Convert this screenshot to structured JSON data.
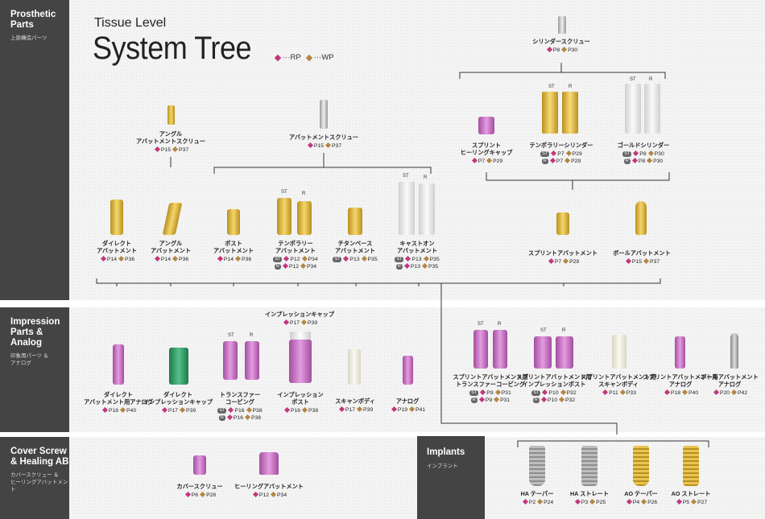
{
  "title": {
    "sub": "Tissue Level",
    "main": "System Tree",
    "legend_rp": "···RP",
    "legend_wp": "···WP"
  },
  "sections": {
    "prosthetic": {
      "title": "Prosthetic\nParts",
      "sub": "上部構造パーツ"
    },
    "impression": {
      "title": "Impression\nParts &\nAnalog",
      "sub": "印象用パーツ ＆\nアナログ"
    },
    "cover": {
      "title": "Cover Screw\n& Healing AB",
      "sub": "カバースクリュー ＆\nヒーリングアバットメント"
    },
    "implants": {
      "title": "Implants",
      "sub": "インプラント"
    }
  },
  "labels": {
    "st": "ST",
    "r": "R"
  },
  "items": {
    "cylinder_screw": {
      "name": "シリンダースクリュー",
      "r1": "P8",
      "w1": "P30"
    },
    "angle_abut_screw": {
      "name": "アングル\nアバットメントスクリュー",
      "r1": "P15",
      "w1": "P37"
    },
    "abut_screw": {
      "name": "アバットメントスクリュー",
      "r1": "P15",
      "w1": "P37"
    },
    "splint_heal_cap": {
      "name": "スプリント\nヒーリングキャップ",
      "r1": "P7",
      "w1": "P29"
    },
    "temp_cylinder": {
      "name": "テンポラリーシリンダー",
      "r1": "P7",
      "w1": "P29",
      "r2": "P7",
      "w2": "P29"
    },
    "gold_cylinder": {
      "name": "ゴールドシリンダー",
      "r1": "P8",
      "w1": "P30",
      "r2": "P8",
      "w2": "P30"
    },
    "direct_abut": {
      "name": "ダイレクト\nアバットメント",
      "r1": "P14",
      "w1": "P36"
    },
    "angle_abut": {
      "name": "アングル\nアバットメント",
      "r1": "P14",
      "w1": "P36"
    },
    "post_abut": {
      "name": "ポスト\nアバットメント",
      "r1": "P14",
      "w1": "P36"
    },
    "temp_abut": {
      "name": "テンポラリー\nアバットメント",
      "r1": "P12",
      "w1": "P34",
      "r2": "P12",
      "w2": "P34"
    },
    "ti_base_abut": {
      "name": "チタンベース\nアバットメント",
      "r1": "P13",
      "w1": "P35"
    },
    "cast_on_abut": {
      "name": "キャストオン\nアバットメント",
      "r1": "P13",
      "w1": "P35",
      "r2": "P13",
      "w2": "P35"
    },
    "splint_abut": {
      "name": "スプリントアバットメント",
      "r1": "P7",
      "w1": "P29"
    },
    "ball_abut": {
      "name": "ボールアバットメント",
      "r1": "P15",
      "w1": "P37"
    },
    "direct_abut_analog": {
      "name": "ダイレクト\nアバットメント用アナログ",
      "r1": "P18",
      "w1": "P40"
    },
    "direct_imp_cap": {
      "name": "ダイレクト\nインプレッションキャップ",
      "r1": "P17",
      "w1": "P39"
    },
    "transfer_coping": {
      "name": "トランスファー\nコーピング",
      "r1": "P16",
      "w1": "P38",
      "r2": "P16",
      "w2": "P38"
    },
    "imp_cap": {
      "name": "インプレッションキャップ",
      "r1": "P17",
      "w1": "P39"
    },
    "imp_post": {
      "name": "インプレッション\nポスト",
      "r1": "P16",
      "w1": "P38"
    },
    "scan_body": {
      "name": "スキャンボディ",
      "r1": "P17",
      "w1": "P39"
    },
    "analog": {
      "name": "アナログ",
      "r1": "P19",
      "w1": "P41"
    },
    "splint_transfer": {
      "name": "スプリントアバットメント用\nトランスファーコーピング",
      "r1": "P9",
      "w1": "P31",
      "r2": "P9",
      "w2": "P31"
    },
    "splint_imp_post": {
      "name": "スプリントアバットメント用\nインプレッションポスト",
      "r1": "P10",
      "w1": "P32",
      "r2": "P10",
      "w2": "P32"
    },
    "splint_scan_body": {
      "name": "スプリントアバットメント用\nスキャンボディ",
      "r1": "P11",
      "w1": "P33"
    },
    "splint_analog": {
      "name": "スプリントアバットメント用\nアナログ",
      "r1": "P18",
      "w1": "P40"
    },
    "ball_analog": {
      "name": "ボールアバットメント\nアナログ",
      "r1": "P20",
      "w1": "P42"
    },
    "cover_screw": {
      "name": "カバースクリュー",
      "r1": "P6",
      "w1": "P28"
    },
    "healing_abut": {
      "name": "ヒーリングアバットメント",
      "r1": "P12",
      "w1": "P34"
    },
    "ha_taper": {
      "name": "HA テーパー",
      "r1": "P2",
      "w1": "P24"
    },
    "ha_straight": {
      "name": "HA ストレート",
      "r1": "P3",
      "w1": "P25"
    },
    "ao_taper": {
      "name": "AO テーパー",
      "r1": "P4",
      "w1": "P26"
    },
    "ao_straight": {
      "name": "AO ストレート",
      "r1": "P5",
      "w1": "P27"
    }
  }
}
